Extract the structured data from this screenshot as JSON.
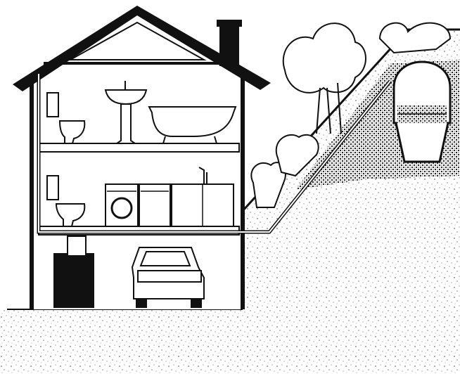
{
  "diagram": {
    "colors": {
      "ink": "#111111",
      "paper": "#ffffff",
      "ground": "#f4f4f4",
      "speckle": "#333333"
    },
    "components": [
      {
        "id": "house",
        "icon": "house-cross-section-icon"
      },
      {
        "id": "roof",
        "icon": "roof-icon"
      },
      {
        "id": "chimney",
        "icon": "chimney-icon"
      },
      {
        "id": "washbasin",
        "icon": "washbasin-icon"
      },
      {
        "id": "bathtub",
        "icon": "bathtub-icon"
      },
      {
        "id": "toilet-upper",
        "icon": "toilet-icon"
      },
      {
        "id": "toilet-lower",
        "icon": "toilet-icon"
      },
      {
        "id": "water-heater-upper",
        "icon": "water-heater-icon"
      },
      {
        "id": "water-heater-lower",
        "icon": "water-heater-icon"
      },
      {
        "id": "washing-machine",
        "icon": "washing-machine-icon"
      },
      {
        "id": "dishwasher",
        "icon": "dishwasher-icon"
      },
      {
        "id": "kitchen-sink",
        "icon": "kitchen-sink-icon"
      },
      {
        "id": "pressure-tank",
        "icon": "pressure-tank-icon"
      },
      {
        "id": "car",
        "icon": "car-icon"
      },
      {
        "id": "spring-reservoir",
        "icon": "water-reservoir-icon"
      },
      {
        "id": "supply-pipe",
        "icon": "pipe-icon"
      },
      {
        "id": "hill",
        "icon": "hill-icon"
      },
      {
        "id": "trees",
        "icon": "tree-icon"
      }
    ]
  }
}
